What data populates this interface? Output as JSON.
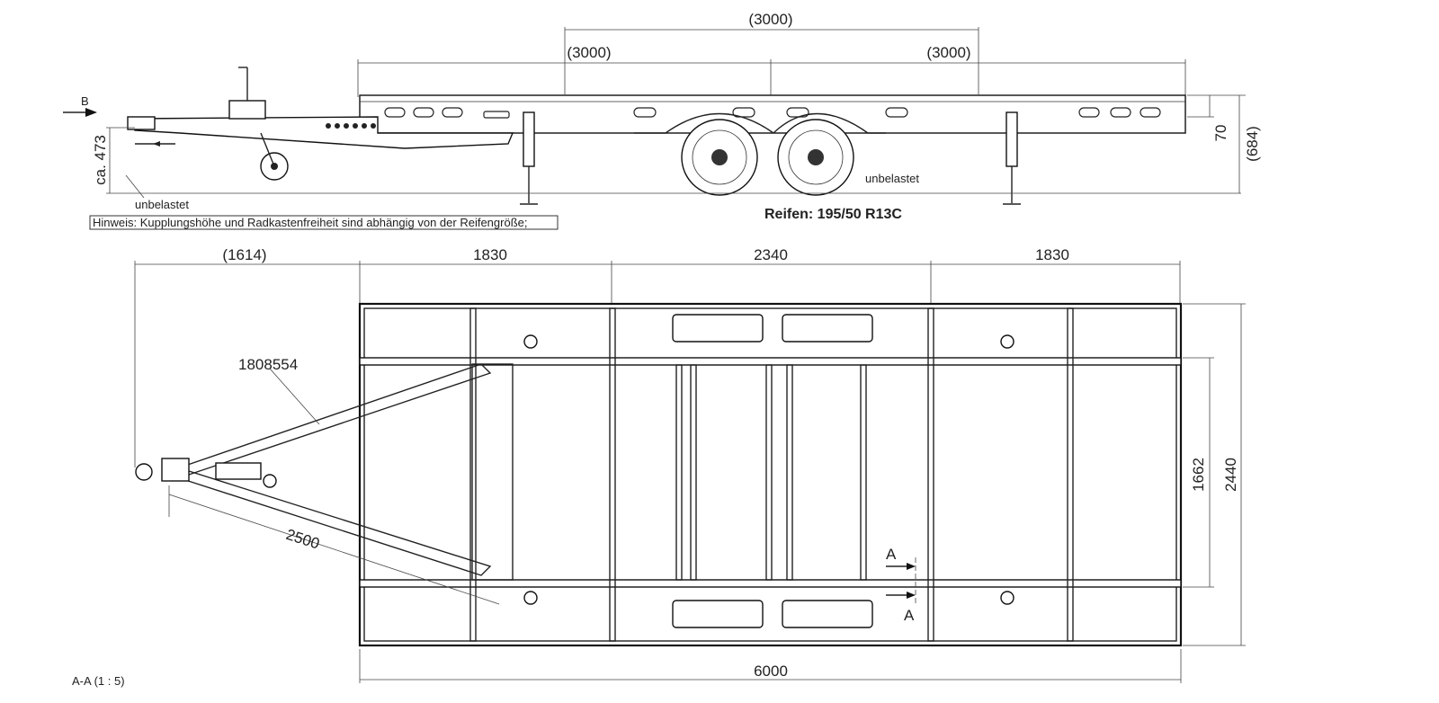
{
  "side_view": {
    "view_marker": "B",
    "dim_top_overall": "(3000)",
    "dim_front_left": "(3000)",
    "dim_front_right": "(3000)",
    "dim_coupling_height": "ca. 473",
    "dim_frame_height": "70",
    "dim_total_height": "(684)",
    "unloaded_label_left": "unbelastet",
    "unloaded_label_right": "unbelastet",
    "note": "Hinweis: Kupplungshöhe und Radkastenfreiheit sind abhängig von der Reifengröße;",
    "tyres": "Reifen: 195/50 R13C"
  },
  "plan_view": {
    "dim_drawbar": "(1614)",
    "dim_section_1": "1830",
    "dim_section_2": "2340",
    "dim_section_3": "1830",
    "part_number": "1808554",
    "dim_drawbar_length": "2500",
    "dim_inner_width": "1662",
    "dim_outer_width": "2440",
    "dim_total_length": "6000",
    "section_marker_top": "A",
    "section_marker_bottom": "A"
  },
  "section_label": "A-A  (1 : 5)"
}
